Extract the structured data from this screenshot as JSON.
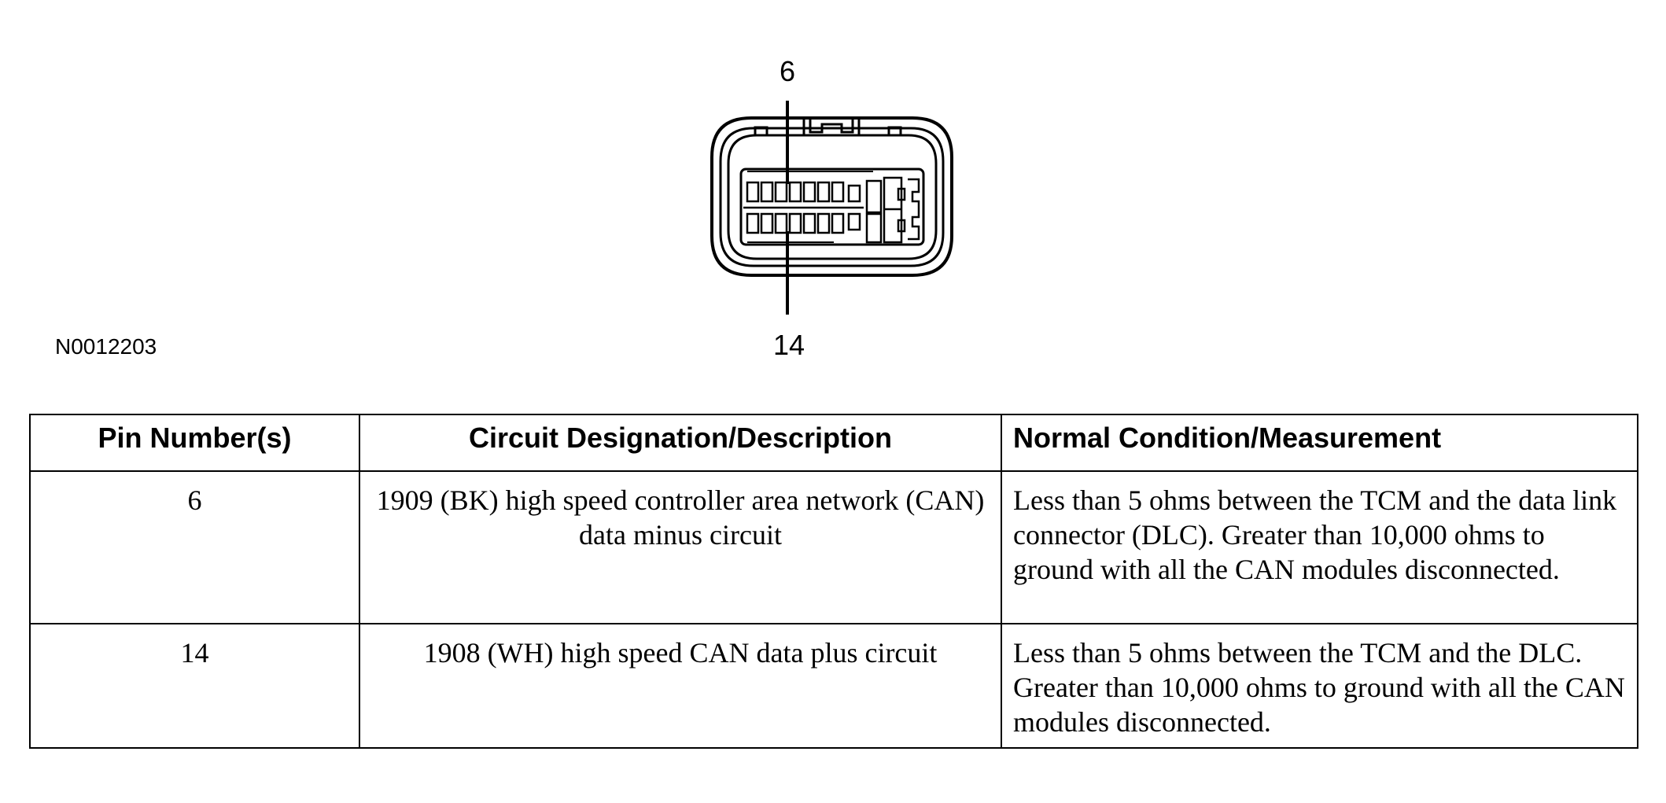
{
  "figure": {
    "callout_top": "6",
    "callout_bottom": "14",
    "figure_id": "N0012203"
  },
  "table": {
    "headers": [
      "Pin Number(s)",
      "Circuit Designation/Description",
      "Normal Condition/Measurement"
    ],
    "rows": [
      {
        "pin": "6",
        "circuit": "1909 (BK) high speed controller area network (CAN) data minus circuit",
        "condition": "Less than 5 ohms between the TCM and the data link connector (DLC). Greater than 10,000 ohms to ground with all the CAN modules disconnected."
      },
      {
        "pin": "14",
        "circuit": "1908 (WH) high speed CAN data plus circuit",
        "condition": "Less than 5 ohms between the TCM and the DLC. Greater than 10,000 ohms to ground with all the CAN modules disconnected."
      }
    ]
  }
}
